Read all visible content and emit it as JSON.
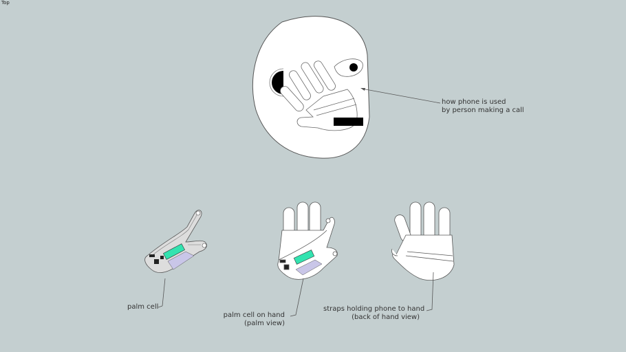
{
  "viewport": {
    "view_name": "Top"
  },
  "colors": {
    "background": "#c4cfd0",
    "skin": "#ffffff",
    "outline": "#555555",
    "screen": "#33e3b0",
    "keypad": "#c9c6e8",
    "black": "#000000"
  },
  "annotations": [
    {
      "id": "face",
      "lines": [
        "how phone is used",
        "by person making a call"
      ]
    },
    {
      "id": "palm-cell",
      "lines": [
        "palm cell"
      ]
    },
    {
      "id": "palm-view",
      "lines": [
        "palm cell on hand",
        "(palm view)"
      ]
    },
    {
      "id": "back-view",
      "lines": [
        "straps holding phone to hand",
        "(back of hand view)"
      ]
    }
  ]
}
